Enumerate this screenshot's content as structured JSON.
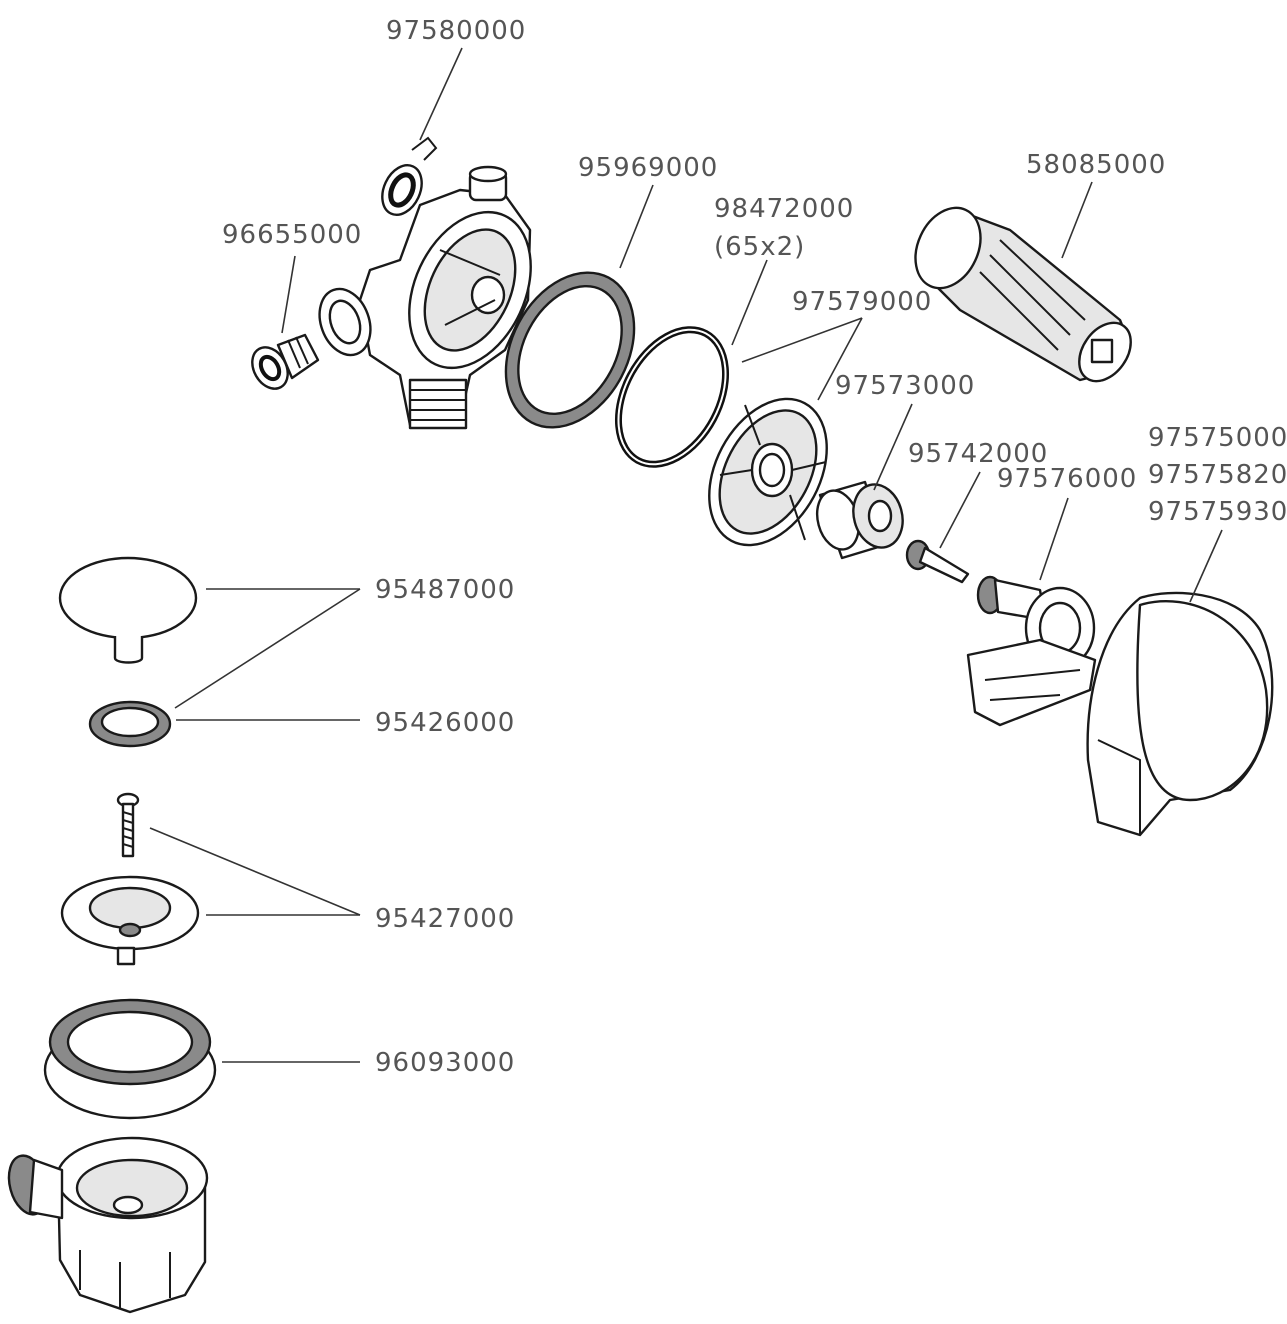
{
  "diagram": {
    "labels": {
      "p97580000": "97580000",
      "p95969000": "95969000",
      "p58085000": "58085000",
      "p98472000": "98472000",
      "p98472000_size": "(65x2)",
      "p96655000": "96655000",
      "p97579000": "97579000",
      "p97573000": "97573000",
      "p97575000": "97575000",
      "p95742000": "95742000",
      "p97575820": "97575820",
      "p97576000": "97576000",
      "p97575930": "97575930",
      "p95487000": "95487000",
      "p95426000": "95426000",
      "p95427000": "95427000",
      "p96093000": "96093000"
    }
  }
}
